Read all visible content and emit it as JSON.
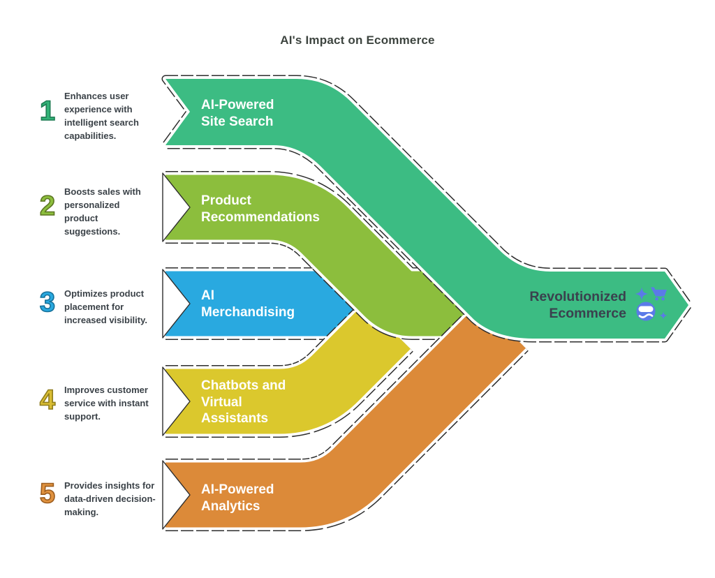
{
  "title": "AI's Impact on Ecommerce",
  "outline_color": "#2d2d2d",
  "background": "#ffffff",
  "text_color": "#3b4248",
  "items": [
    {
      "number": "1",
      "color": "#3cbc83",
      "number_color": "#33b277",
      "number_outline": "#1f7d54",
      "description": "Enhances user\nexperience with\nintelligent search\ncapabilities.",
      "label": "AI-Powered\nSite Search"
    },
    {
      "number": "2",
      "color": "#8cbe3d",
      "number_color": "#8cbe3d",
      "number_outline": "#5c7522",
      "description": "Boosts sales with\npersonalized\nproduct\nsuggestions.",
      "label": "Product\nRecommendations"
    },
    {
      "number": "3",
      "color": "#29a9e0",
      "number_color": "#29a9e0",
      "number_outline": "#17719a",
      "description": "Optimizes product\nplacement for\nincreased visibility.",
      "label": "AI\nMerchandising"
    },
    {
      "number": "4",
      "color": "#dbc82d",
      "number_color": "#d9bd33",
      "number_outline": "#8f7d1d",
      "description": "Improves customer\nservice with instant\nsupport.",
      "label": "Chatbots and\nVirtual\nAssistants"
    },
    {
      "number": "5",
      "color": "#dc8a39",
      "number_color": "#e0923f",
      "number_outline": "#9c5c1d",
      "description": "Provides insights for\ndata-driven decision-\nmaking.",
      "label": "AI-Powered\nAnalytics"
    }
  ],
  "result": {
    "label": "Revolutionized\nEcommerce",
    "icon_color": "#5b7ae8",
    "icons": [
      "sparkle-icon",
      "shopping-cart-icon",
      "robot-face-icon",
      "sparkle-small-icon"
    ]
  }
}
